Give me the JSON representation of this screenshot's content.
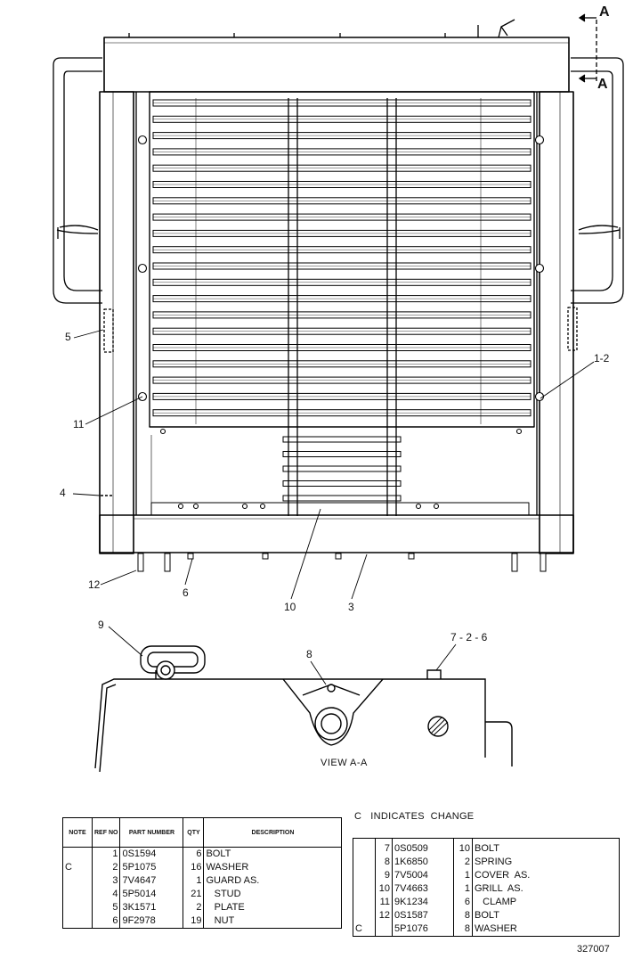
{
  "callouts": {
    "section_arrow_top": "A",
    "section_arrow_bottom": "A",
    "c1_2": "1-2",
    "c3": "3",
    "c4": "4",
    "c5": "5",
    "c6": "6",
    "c7_2_6": "7 - 2 - 6",
    "c8": "8",
    "c9": "9",
    "c10": "10",
    "c11": "11",
    "c12": "12"
  },
  "view_caption": "VIEW A-A",
  "legend_text": "C   INDICATES  CHANGE",
  "drawing_number": "327007",
  "table_headers": {
    "note": "NOTE",
    "ref_no": "REF NO",
    "part_number": "PART NUMBER",
    "qty": "QTY",
    "description": "DESCRIPTION"
  },
  "parts_left": [
    {
      "note": "",
      "ref": "1",
      "part": "0S1594",
      "qty": "6",
      "desc": "BOLT"
    },
    {
      "note": "C",
      "ref": "2",
      "part": "5P1075",
      "qty": "16",
      "desc": "WASHER"
    },
    {
      "note": "",
      "ref": "3",
      "part": "7V4647",
      "qty": "1",
      "desc": "GUARD AS."
    },
    {
      "note": "",
      "ref": "4",
      "part": "5P5014",
      "qty": "21",
      "desc": "   STUD"
    },
    {
      "note": "",
      "ref": "5",
      "part": "3K1571",
      "qty": "2",
      "desc": "   PLATE"
    },
    {
      "note": "",
      "ref": "6",
      "part": "9F2978",
      "qty": "19",
      "desc": "   NUT"
    }
  ],
  "parts_right": [
    {
      "note": "",
      "ref": "7",
      "part": "0S0509",
      "qty": "10",
      "desc": "BOLT"
    },
    {
      "note": "",
      "ref": "8",
      "part": "1K6850",
      "qty": "2",
      "desc": "SPRING"
    },
    {
      "note": "",
      "ref": "9",
      "part": "7V5004",
      "qty": "1",
      "desc": "COVER  AS."
    },
    {
      "note": "",
      "ref": "10",
      "part": "7V4663",
      "qty": "1",
      "desc": "GRILL  AS."
    },
    {
      "note": "",
      "ref": "11",
      "part": "9K1234",
      "qty": "6",
      "desc": "   CLAMP"
    },
    {
      "note": "",
      "ref": "12",
      "part": "0S1587",
      "qty": "8",
      "desc": "BOLT"
    },
    {
      "note": "C",
      "ref": "",
      "part": "5P1076",
      "qty": "8",
      "desc": "WASHER"
    }
  ]
}
